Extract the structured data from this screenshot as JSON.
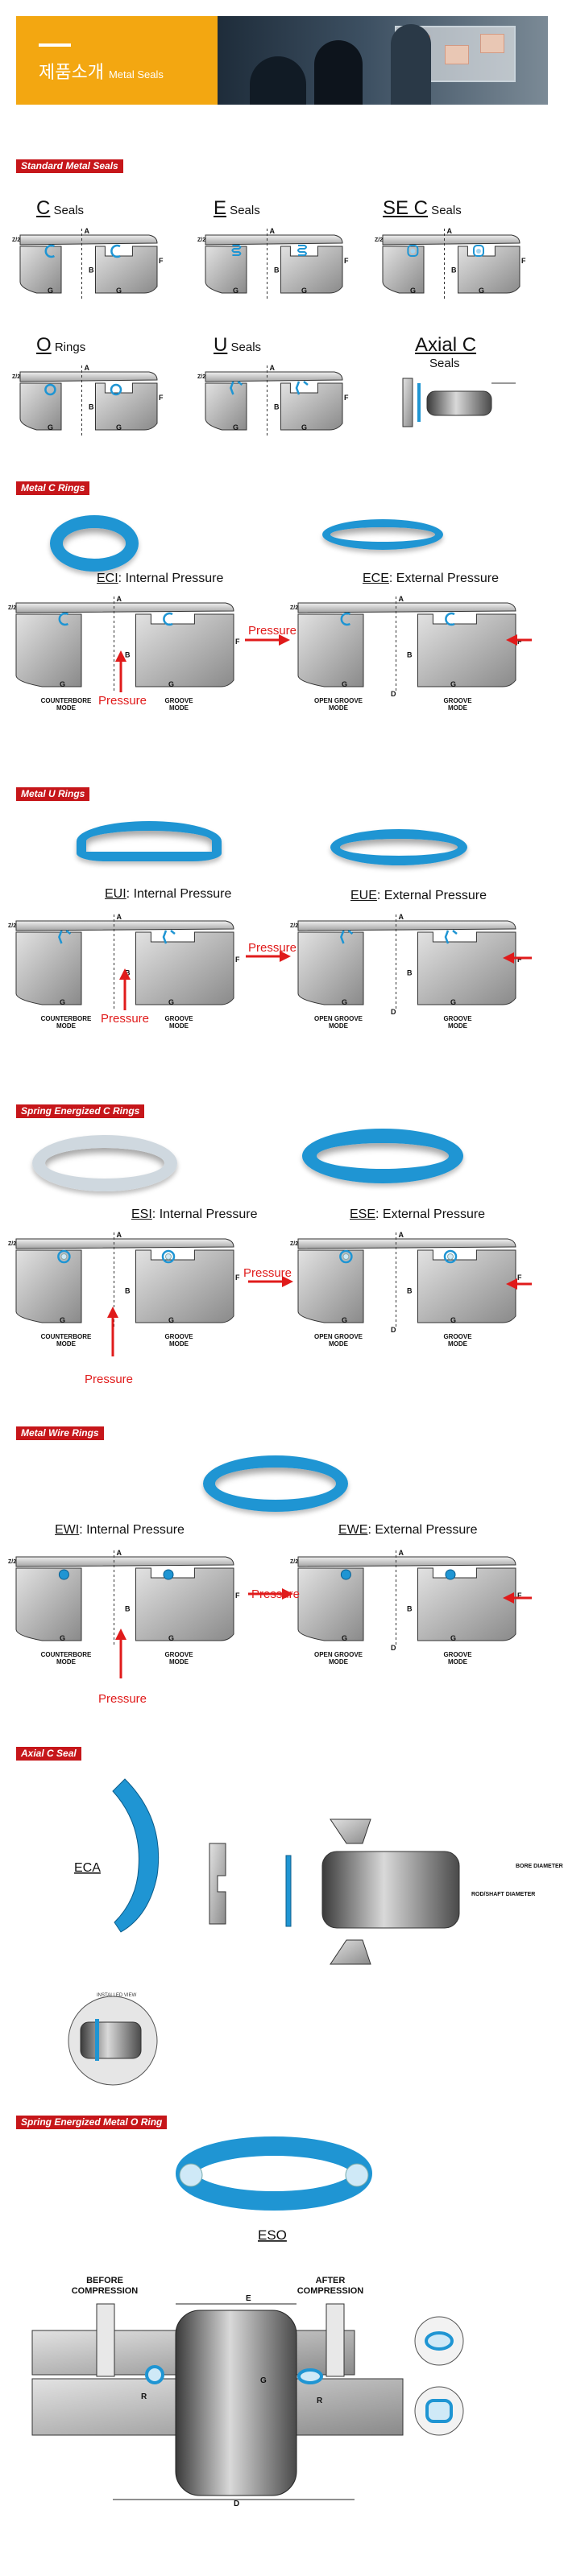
{
  "banner": {
    "title_ko": "제품소개",
    "title_en": "Metal Seals"
  },
  "sections": {
    "standard": "Standard Metal Seals",
    "c_rings": "Metal C Rings",
    "u_rings": "Metal U Rings",
    "spring_c": "Spring Energized  C Rings",
    "wire": "Metal Wire Rings",
    "axial": "Axial C Seal",
    "spring_o": "Spring Energized Metal O Ring"
  },
  "standard_items": [
    {
      "big": "C",
      "rest": "Seals"
    },
    {
      "big": "E",
      "rest": "Seals"
    },
    {
      "big": "SE C",
      "rest": "Seals"
    },
    {
      "big": "O",
      "rest": "Rings"
    },
    {
      "big": "U",
      "rest": "Seals"
    },
    {
      "big": "Axial C",
      "rest": "Seals"
    }
  ],
  "c_rings": {
    "internal": {
      "code": "ECI",
      "label": ": Internal Pressure"
    },
    "external": {
      "code": "ECE",
      "label": ": External Pressure"
    }
  },
  "u_rings": {
    "internal": {
      "code": "EUI",
      "label": ": Internal Pressure"
    },
    "external": {
      "code": "EUE",
      "label": ": External Pressure"
    }
  },
  "spring_c": {
    "internal": {
      "code": "ESI",
      "label": ": Internal Pressure"
    },
    "external": {
      "code": "ESE",
      "label": ": External Pressure"
    }
  },
  "wire": {
    "internal": {
      "code": "EWI",
      "label": ": Internal Pressure"
    },
    "external": {
      "code": "EWE",
      "label": ": External Pressure"
    }
  },
  "axial": {
    "code": "ECA",
    "installed": "INSTALLED VIEW",
    "rod": "ROD/SHAFT DIAMETER",
    "bore": "BORE DIAMETER"
  },
  "spring_o": {
    "code": "ESO",
    "before": "BEFORE COMPRESSION",
    "after": "AFTER COMPRESSION"
  },
  "labels": {
    "pressure": "Pressure",
    "counterbore": "COUNTERBORE MODE",
    "groove": "GROOVE MODE",
    "open_groove": "OPEN GROOVE MODE",
    "dims": {
      "A": "A",
      "B": "B",
      "D": "D",
      "E": "E",
      "F": "F",
      "G": "G",
      "R": "R",
      "half": "Z/2"
    }
  },
  "colors": {
    "accent_orange": "#f3a711",
    "section_red": "#c6161a",
    "seal_blue": "#1f95d3",
    "pressure_red": "#e01b1b"
  }
}
